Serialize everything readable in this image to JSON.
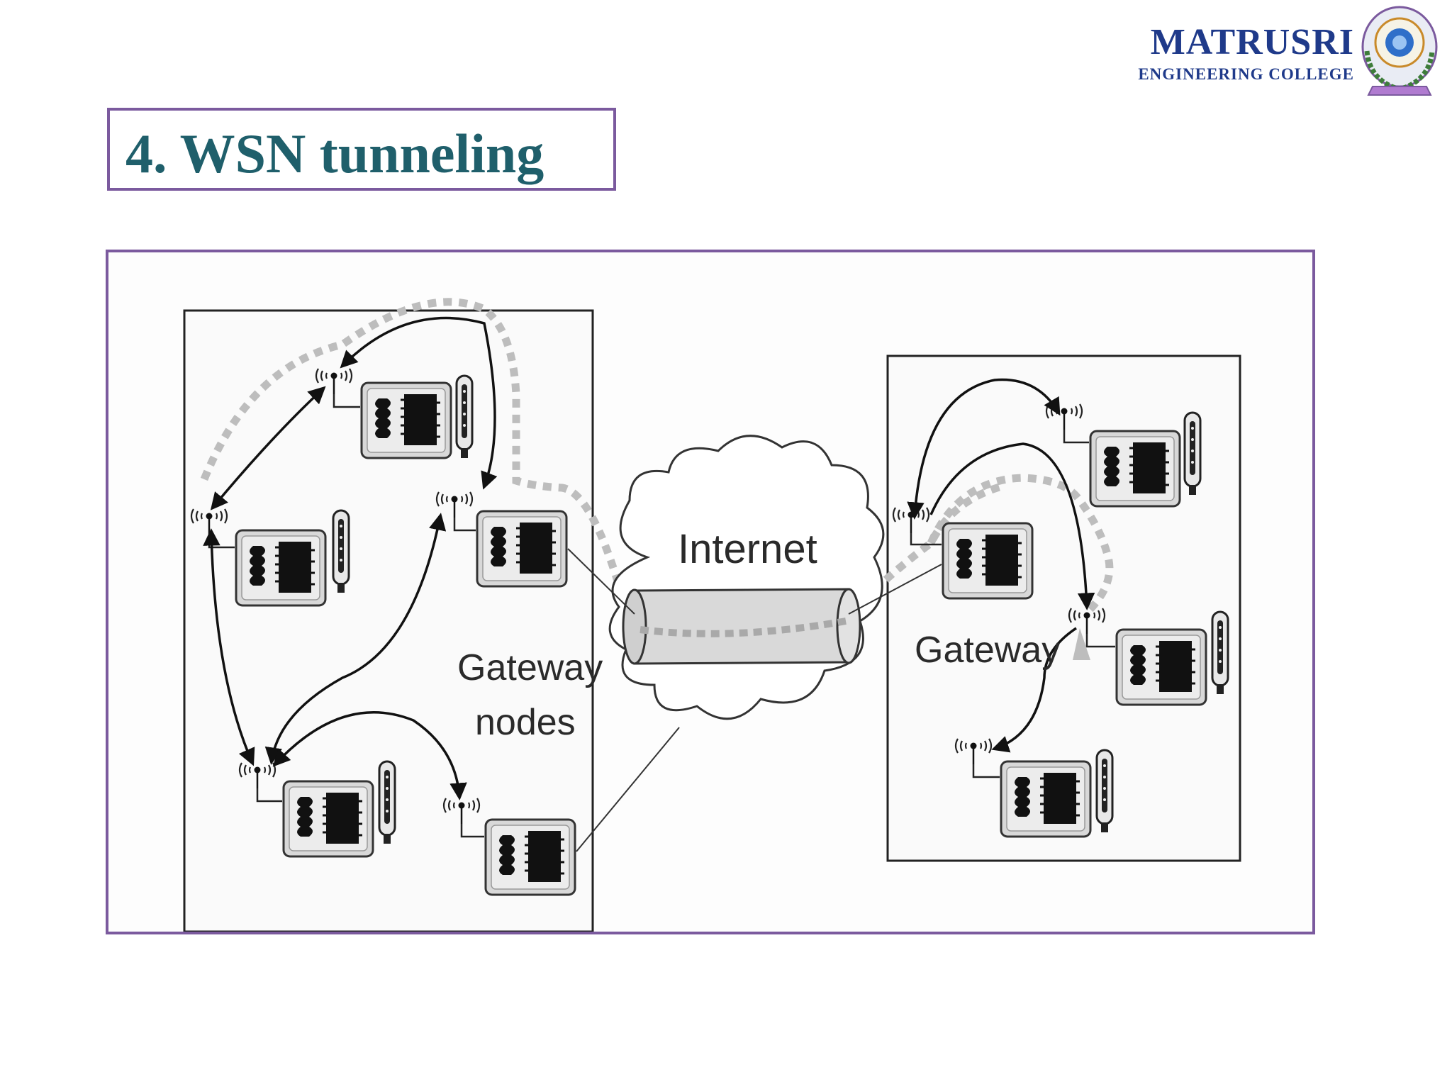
{
  "logo": {
    "name": "MATRUSRI",
    "subtitle": "ENGINEERING COLLEGE",
    "colors": {
      "text": "#1f3a8a",
      "emblem_ring": "#7b5a9e",
      "emblem_wreath": "#3e7d3a"
    }
  },
  "slide": {
    "title": "4.  WSN tunneling",
    "title_color": "#1f5f6b",
    "border_color": "#7b5a9e"
  },
  "diagram": {
    "internet_label": "Internet",
    "left_label_line1": "Gateway",
    "left_label_line2": "nodes",
    "right_label": "Gateway"
  }
}
